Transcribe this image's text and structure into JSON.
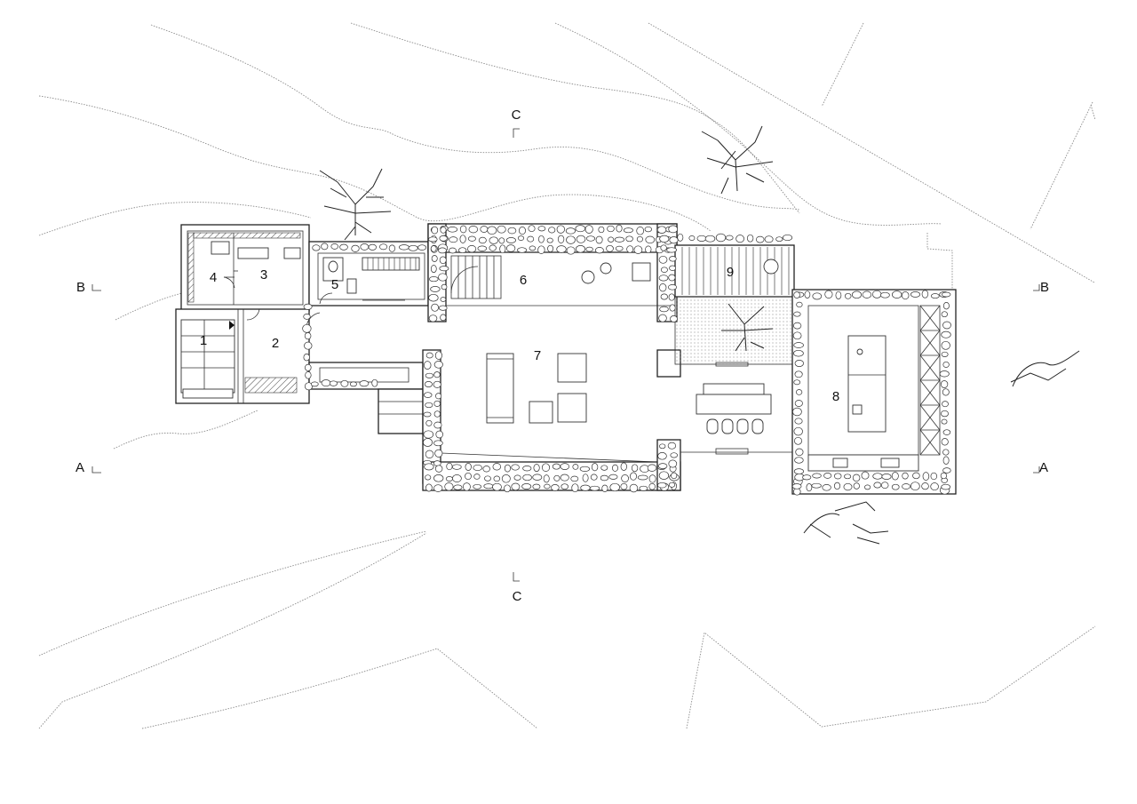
{
  "floor_plan": {
    "rooms": [
      {
        "id": "room-1",
        "number": "1"
      },
      {
        "id": "room-2",
        "number": "2"
      },
      {
        "id": "room-3",
        "number": "3"
      },
      {
        "id": "room-4",
        "number": "4"
      },
      {
        "id": "room-5",
        "number": "5"
      },
      {
        "id": "room-6",
        "number": "6"
      },
      {
        "id": "room-7",
        "number": "7"
      },
      {
        "id": "room-8",
        "number": "8"
      },
      {
        "id": "room-9",
        "number": "9"
      }
    ],
    "section_markers": {
      "a_left": "A",
      "a_right": "A",
      "b_left": "B",
      "b_right": "B",
      "c_top": "C",
      "c_bottom": "C"
    }
  }
}
